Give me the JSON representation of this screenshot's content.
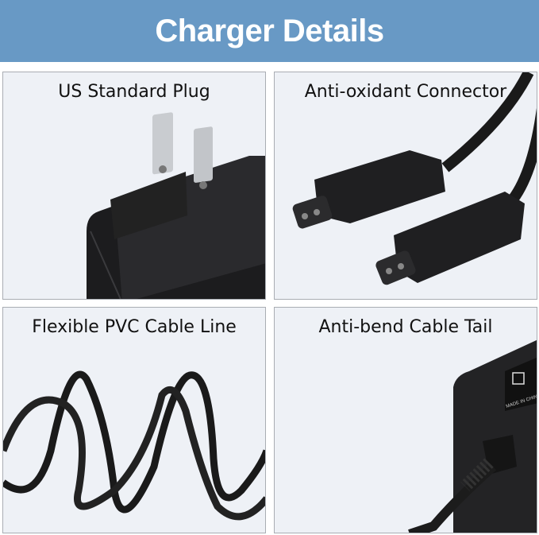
{
  "header": {
    "title": "Charger Details",
    "background": "#6899c5"
  },
  "panels": [
    {
      "label": "US Standard Plug",
      "image": "us-plug"
    },
    {
      "label": "Anti-oxidant Connector",
      "image": "connectors"
    },
    {
      "label": "Flexible PVC Cable Line",
      "image": "coiled-cable"
    },
    {
      "label": "Anti-bend Cable Tail",
      "image": "cable-tail",
      "product_text": "MADE IN CHINA"
    }
  ]
}
